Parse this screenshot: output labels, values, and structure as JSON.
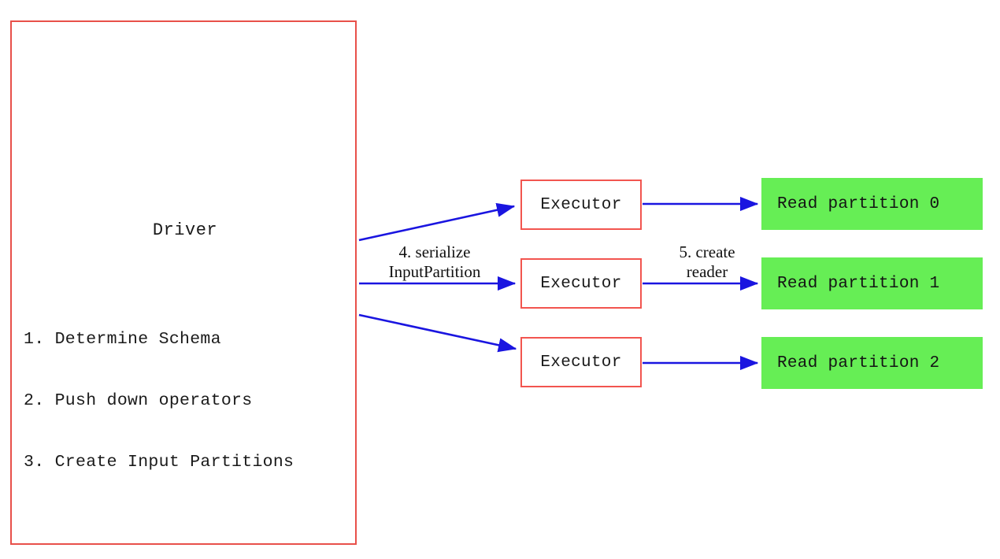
{
  "diagram": {
    "title_hidden": "Spark Data Source V2 read flow",
    "colors": {
      "box_border_red": "#f2554f",
      "driver_border_red": "#e8504a",
      "arrow_blue": "#1a15e0",
      "partition_green": "#66ee55",
      "text_black": "#1a1a1a",
      "background": "#ffffff"
    }
  },
  "driver": {
    "title": "Driver",
    "steps": [
      "1. Determine Schema",
      "2. Push down operators",
      "3. Create Input Partitions"
    ]
  },
  "executors": [
    {
      "label": "Executor"
    },
    {
      "label": "Executor"
    },
    {
      "label": "Executor"
    }
  ],
  "partitions": [
    {
      "label": "Read partition 0"
    },
    {
      "label": "Read partition 1"
    },
    {
      "label": "Read partition 2"
    }
  ],
  "arrow_labels": {
    "serialize_line1": "4. serialize",
    "serialize_line2": "InputPartition",
    "create_line1": "5. create",
    "create_line2": "reader"
  }
}
